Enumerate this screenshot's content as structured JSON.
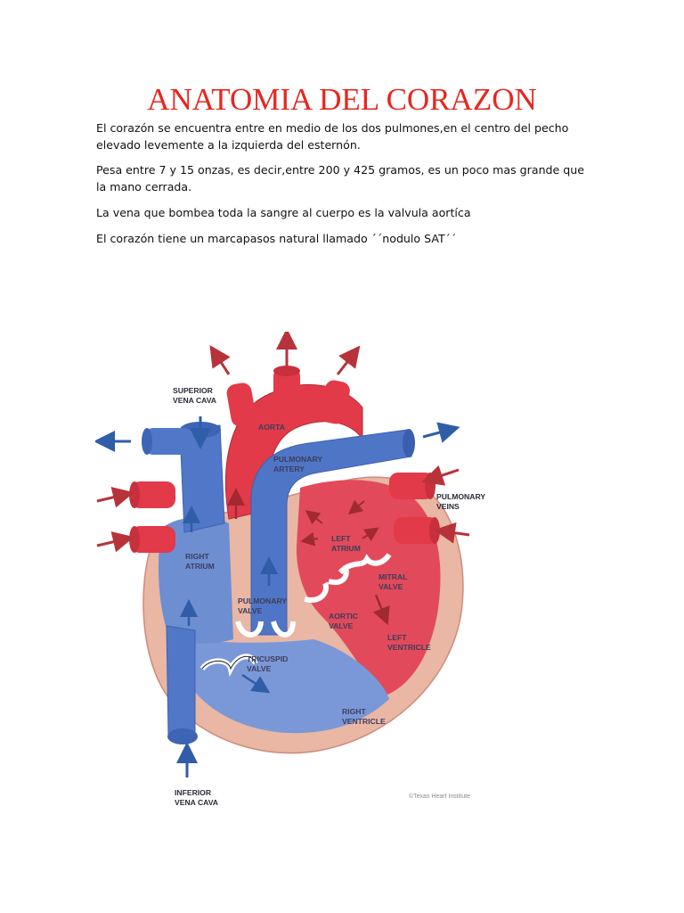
{
  "document": {
    "title": "ANATOMIA DEL CORAZON",
    "paragraphs": [
      "El corazón se encuentra entre en medio de los dos pulmones,en el centro del pecho elevado levemente a la izquierda del esternón.",
      "Pesa entre 7 y 15 onzas, es decir,entre 200 y 425 gramos, es un poco mas grande que la mano cerrada.",
      "La vena que bombea toda la sangre al cuerpo es la valvula aortíca",
      "El corazón tiene un marcapasos natural llamado ´´nodulo SAT´´"
    ]
  },
  "diagram": {
    "colors": {
      "oxygenated": "#e2394a",
      "deoxygenated": "#4e72c4",
      "muscle": "#e9b7a4",
      "arrow_red": "#b8323a",
      "arrow_blue": "#2f5da8"
    },
    "labels": {
      "superior_vena_cava": [
        "SUPERIOR",
        "VENA CAVA"
      ],
      "aorta": [
        "AORTA"
      ],
      "pulmonary_artery": [
        "PULMONARY",
        "ARTERY"
      ],
      "pulmonary_veins": [
        "PULMONARY",
        "VEINS"
      ],
      "left_atrium": [
        "LEFT",
        "ATRIUM"
      ],
      "right_atrium": [
        "RIGHT",
        "ATRIUM"
      ],
      "mitral_valve": [
        "MITRAL",
        "VALVE"
      ],
      "pulmonary_valve": [
        "PULMONARY",
        "VALVE"
      ],
      "aortic_valve": [
        "AORTIC",
        "VALVE"
      ],
      "left_ventricle": [
        "LEFT",
        "VENTRICLE"
      ],
      "tricuspid_valve": [
        "TRICUSPID",
        "VALVE"
      ],
      "right_ventricle": [
        "RIGHT",
        "VENTRICLE"
      ],
      "inferior_vena_cava": [
        "INFERIOR",
        "VENA CAVA"
      ]
    },
    "credit": "©Texas Heart Institute"
  }
}
